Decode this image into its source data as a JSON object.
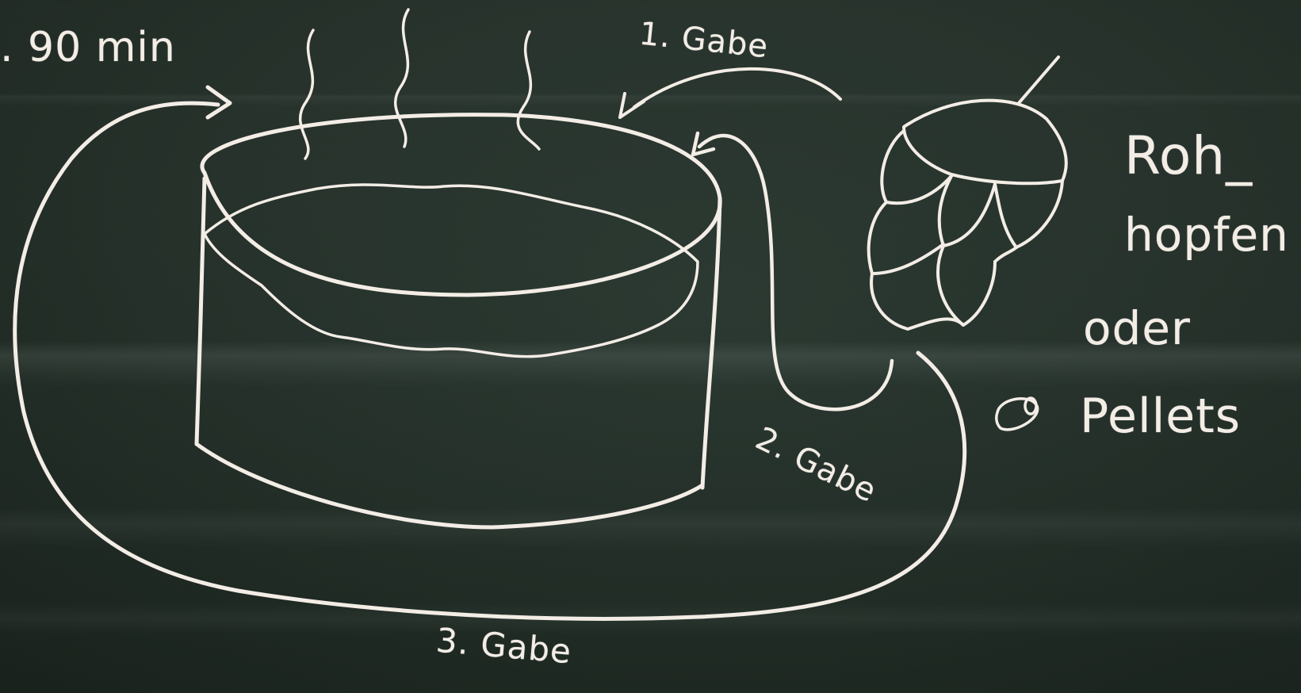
{
  "labels": {
    "time": ". 90 min",
    "addition_1": "1. Gabe",
    "addition_2": "2. Gabe",
    "addition_3": "3. Gabe",
    "raw_hops_line1": "Roh_",
    "raw_hops_line2": "hopfen",
    "or": "oder",
    "pellets": "Pellets"
  },
  "colors": {
    "chalk": "#f3ede6",
    "board": "#243029"
  },
  "icons": [
    "steam-icon",
    "hop-cone-icon",
    "pellet-icon",
    "arrow-icon"
  ]
}
